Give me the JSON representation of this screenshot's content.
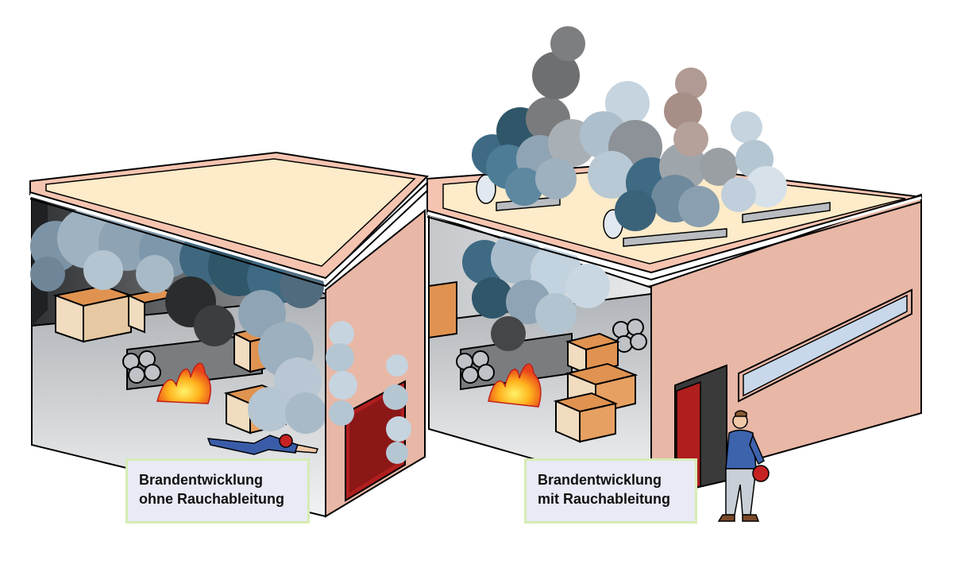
{
  "captions": {
    "without": {
      "line1": "Brandentwicklung",
      "line2": "ohne Rauchableitung"
    },
    "with": {
      "line1": "Brandentwicklung",
      "line2": "mit Rauchableitung"
    }
  },
  "colors": {
    "roof": "#fdebc9",
    "roof_parapet": "#f5c4b0",
    "wall": "#e8b7a6",
    "door": "#b01e1e",
    "box": "#e09350",
    "box_light": "#f1dcc0",
    "smoke_dark": "#3e6a84",
    "smoke_mid": "#8fa4b4",
    "smoke_light": "#c7d6e1",
    "smoke_grey": "#7d7d7d",
    "smoke_brown": "#b09a93",
    "fire": "#f07a1a",
    "window": "#c8d8ea"
  }
}
